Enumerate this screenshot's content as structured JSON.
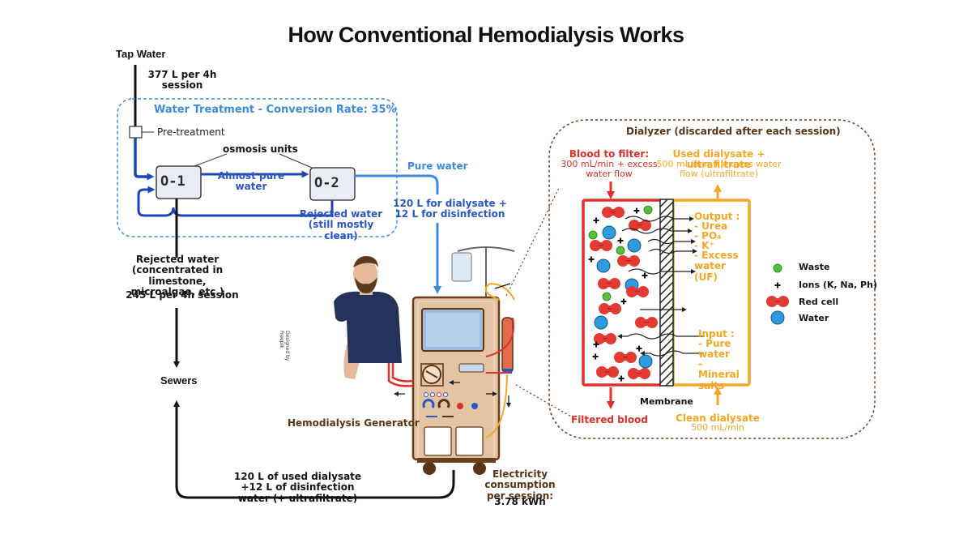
{
  "title": "How Conventional Hemodialysis Works",
  "tap_water": {
    "label": "Tap Water",
    "amount": "377 L per 4h session"
  },
  "water_treatment": {
    "title": "Water Treatment - Conversion Rate: 35%",
    "pretreatment": "Pre-treatment",
    "osmosis_units": "osmosis units",
    "unit1": "O-1",
    "unit2": "O-2",
    "almost_pure": "Almost pure water",
    "rejected_clean": "Rejected water (still mostly clean)"
  },
  "rejected_water": {
    "text": "Rejected water (concentrated in limestone, microalgae, etc.)",
    "amount": "245 L per 4h session"
  },
  "sewers": "Sewers",
  "pure_water": {
    "label": "Pure water",
    "volumes": "120 L for dialysate + 12 L for disinfection"
  },
  "generator": {
    "label": "Hemodialysis Generator",
    "credit": "Designed by Freepik"
  },
  "used_dialysate_return": "120 L of used dialysate +12 L of disinfection water (+ ultrafiltrate)",
  "electricity": {
    "label": "Electricity consumption per session:",
    "value": "3.78 kWh"
  },
  "dialyzer": {
    "title": "Dialyzer (discarded after each session)",
    "blood_in": {
      "title": "Blood to filter:",
      "detail": "300 mL/min + excess water flow"
    },
    "used_out": {
      "title": "Used dialysate + ultrafiltrate",
      "detail": "500 mL/min + excess water flow (ultrafiltrate)"
    },
    "output": {
      "title": "Output :",
      "items": [
        "- Urea",
        "- PO₄",
        "- K⁺",
        "- Excess water (UF)"
      ]
    },
    "input": {
      "title": "Input :",
      "items": [
        "- Pure water",
        "- Mineral salts"
      ]
    },
    "membrane": "Membrane",
    "filtered_blood": "Filtered blood",
    "clean_dialysate": {
      "title": "Clean dialysate",
      "detail": "500 mL/min"
    }
  },
  "legend": [
    {
      "symbol": "waste",
      "label": "Waste"
    },
    {
      "symbol": "ions",
      "label": "Ions (K, Na, Ph)"
    },
    {
      "symbol": "red-cell",
      "label": "Red cell"
    },
    {
      "symbol": "water",
      "label": "Water"
    }
  ],
  "colors": {
    "blood_red": "#e0302a",
    "dialysate_yellow": "#f6a623",
    "water_blue": "#3d8be0",
    "treatment_blue": "#2b56c7",
    "brown": "#5a3414",
    "waste_green": "#55c13c",
    "water_drop": "#2e9be0"
  }
}
